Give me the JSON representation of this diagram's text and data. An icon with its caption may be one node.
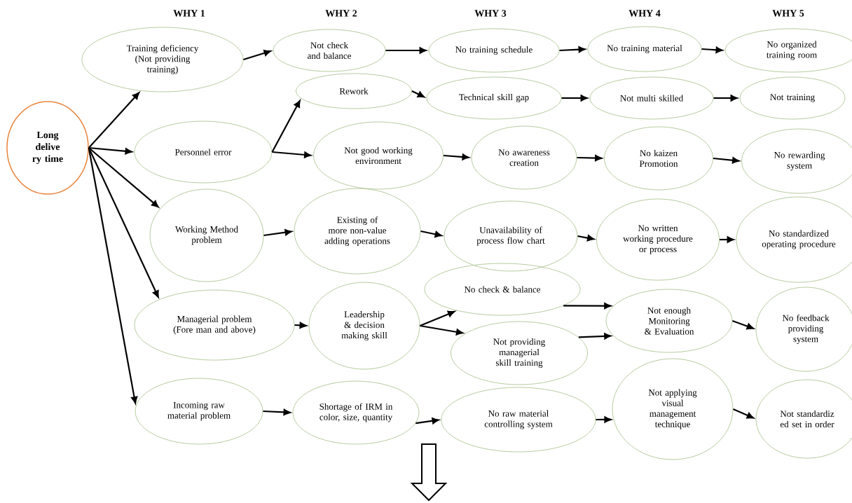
{
  "diagram": {
    "nodes": [
      {
        "text": [
          "Long delive ry time"
        ]
      },
      {
        "text": [
          "Training deficiency (Not providing training)"
        ]
      },
      {
        "text": [
          "Not check and balance"
        ]
      },
      {
        "text": [
          "No training schedule"
        ]
      },
      {
        "text": [
          "No training material"
        ]
      },
      {
        "text": [
          "No organized training room"
        ]
      },
      {
        "text": [
          "Rework"
        ]
      },
      {
        "text": [
          "Technical skill gap"
        ]
      },
      {
        "text": [
          "Not multi skilled"
        ]
      },
      {
        "text": [
          "Not training"
        ]
      },
      {
        "text": [
          "Personnel error"
        ]
      },
      {
        "text": [
          "Not good working environment"
        ]
      },
      {
        "text": [
          "No awareness creation"
        ]
      },
      {
        "text": [
          "No kaizen Promotion"
        ]
      },
      {
        "text": [
          "No rewarding system"
        ]
      },
      {
        "text": [
          "Working Method problem"
        ]
      },
      {
        "text": [
          "Existing of more non-value adding operations"
        ]
      },
      {
        "text": [
          "Unavailability of process flow chart"
        ]
      },
      {
        "text": [
          "No written working procedure or process"
        ]
      },
      {
        "text": [
          "No standardized operating procedure"
        ]
      },
      {
        "text": [
          "Managerial problem (Fore man and above)"
        ]
      },
      {
        "text": [
          "Leadership & decision making skill"
        ]
      },
      {
        "text": [
          "No check & balance"
        ]
      },
      {
        "text": [
          "Not providing managerial skill training"
        ]
      },
      {
        "text": [
          "Not enough Monitoring & Evaluation"
        ]
      },
      {
        "text": [
          "No feedback providing system"
        ]
      },
      {
        "text": [
          "Incoming raw material problem"
        ]
      },
      {
        "text": [
          "Shortage of IRM in color, size, quantity"
        ]
      },
      {
        "text": [
          "No raw material controlling system"
        ]
      },
      {
        "text": [
          "Not applying visual management technique"
        ]
      },
      {
        "text": [
          "Not standardiz ed set in order"
        ]
      }
    ],
    "edges": [
      {
        "from": 0,
        "to": 1,
        "arrow": "to"
      },
      {
        "from": 0,
        "to": 10,
        "arrow": "to"
      },
      {
        "from": 0,
        "to": 15,
        "arrow": "to"
      },
      {
        "from": 0,
        "to": 20,
        "arrow": "to"
      },
      {
        "from": 0,
        "to": 26,
        "arrow": "to"
      },
      {
        "from": 1,
        "to": 2,
        "arrow": "to"
      },
      {
        "from": 2,
        "to": 3,
        "arrow": "to"
      },
      {
        "from": 3,
        "to": 4,
        "arrow": "to"
      },
      {
        "from": 4,
        "to": 5,
        "arrow": "to"
      },
      {
        "from": 10,
        "to": 6,
        "arrow": "to"
      },
      {
        "from": 10,
        "to": 11,
        "arrow": "to"
      },
      {
        "from": 6,
        "to": 7,
        "arrow": "to"
      },
      {
        "from": 7,
        "to": 8,
        "arrow": "to"
      },
      {
        "from": 8,
        "to": 9,
        "arrow": "to"
      },
      {
        "from": 11,
        "to": 12,
        "arrow": "to"
      },
      {
        "from": 12,
        "to": 13,
        "arrow": "to"
      },
      {
        "from": 13,
        "to": 14,
        "arrow": "to"
      },
      {
        "from": 15,
        "to": 16,
        "arrow": "to"
      },
      {
        "from": 16,
        "to": 17,
        "arrow": "to"
      },
      {
        "from": 17,
        "to": 18,
        "arrow": "to"
      },
      {
        "from": 18,
        "to": 19,
        "arrow": "to"
      },
      {
        "from": 20,
        "to": 21,
        "arrow": "to"
      },
      {
        "from": 21,
        "to": 22,
        "arrow": "to"
      },
      {
        "from": 21,
        "to": 23,
        "arrow": "to"
      },
      {
        "from": 22,
        "to": 24,
        "arrow": "to"
      },
      {
        "from": 23,
        "to": 24,
        "arrow": "to"
      },
      {
        "from": 24,
        "to": 25,
        "arrow": "to"
      },
      {
        "from": 26,
        "to": 27,
        "arrow": "to"
      },
      {
        "from": 27,
        "to": 28,
        "arrow": "to"
      },
      {
        "from": 28,
        "to": 29,
        "arrow": "to"
      },
      {
        "from": 29,
        "to": 30,
        "arrow": "to"
      }
    ],
    "labels": [
      "WHY 1",
      "WHY 2",
      "WHY 3",
      "WHY 4",
      "WHY 5"
    ]
  }
}
